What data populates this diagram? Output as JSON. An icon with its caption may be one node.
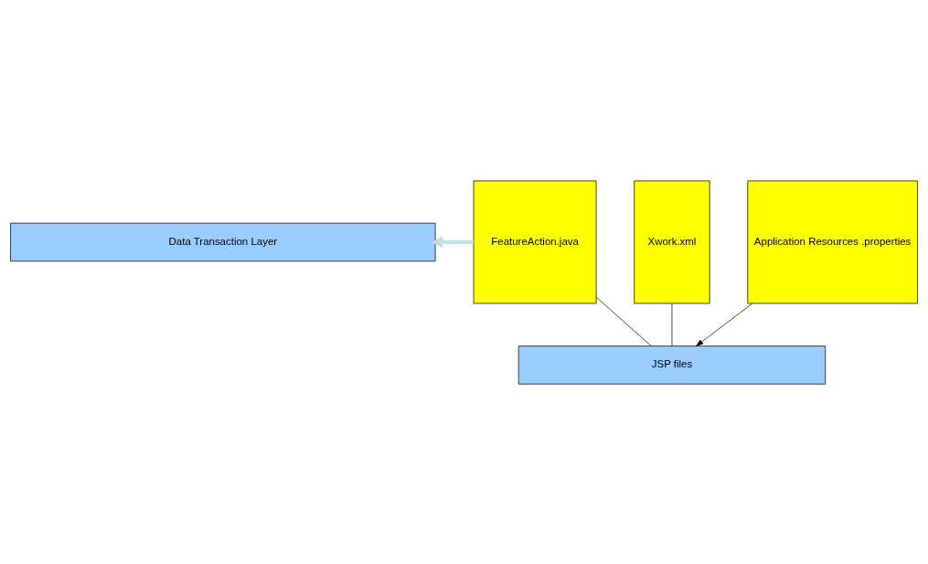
{
  "diagram": {
    "nodes": [
      {
        "text": [
          "Data Transaction Layer"
        ]
      },
      {
        "text": [
          "FeatureAction.java"
        ]
      },
      {
        "text": [
          "Xwork.xml"
        ]
      },
      {
        "text": [
          "Application Resources .properties"
        ]
      },
      {
        "text": [
          "JSP files"
        ]
      }
    ],
    "edges": [
      {
        "from": 1,
        "to": 0,
        "arrow": "to",
        "style": "thick",
        "color": "#c0e0e0"
      },
      {
        "from": 1,
        "to": 4,
        "arrow": "none"
      },
      {
        "from": 2,
        "to": 4,
        "arrow": "none"
      },
      {
        "from": 3,
        "to": 4,
        "arrow": "to"
      }
    ]
  }
}
